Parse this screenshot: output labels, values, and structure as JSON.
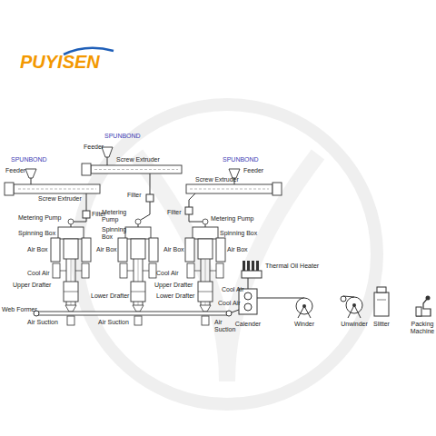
{
  "diagram": {
    "nodes": [
      {
        "text": [
          "Calender"
        ]
      },
      {
        "text": [
          "Winder"
        ]
      },
      {
        "text": [
          "Unwinder"
        ]
      },
      {
        "text": [
          "Slitter"
        ]
      },
      {
        "text": [
          "Packing Machine"
        ]
      }
    ],
    "edges": [
      {
        "from": 0,
        "to": 1,
        "arrow": "none"
      }
    ],
    "labels": [
      "PUYISEN",
      "SPUNBOND",
      "SPUNBOND",
      "SPUNBOND",
      "Feeder",
      "Feeder",
      "Feeder",
      "Screw Extruder",
      "Screw Extruder",
      "Screw Extruder",
      "Filter",
      "Filter",
      "Filter",
      "Metering Pump",
      "Metering Pump",
      "Metering Pump",
      "Spinning Box",
      "Spinning Box",
      "Spinning Box",
      "Air Box",
      "Air Box",
      "Air Box",
      "Air Box",
      "Cool Air",
      "Cool Air",
      "Upper Drafter",
      "Upper Drafter",
      "Cool Air",
      "Cool Air",
      "Lower Drafter",
      "Lower Drafter",
      "Web Former",
      "Air Suction",
      "Air Suction",
      "Air Suction",
      "Thermal Oil Heater"
    ]
  }
}
